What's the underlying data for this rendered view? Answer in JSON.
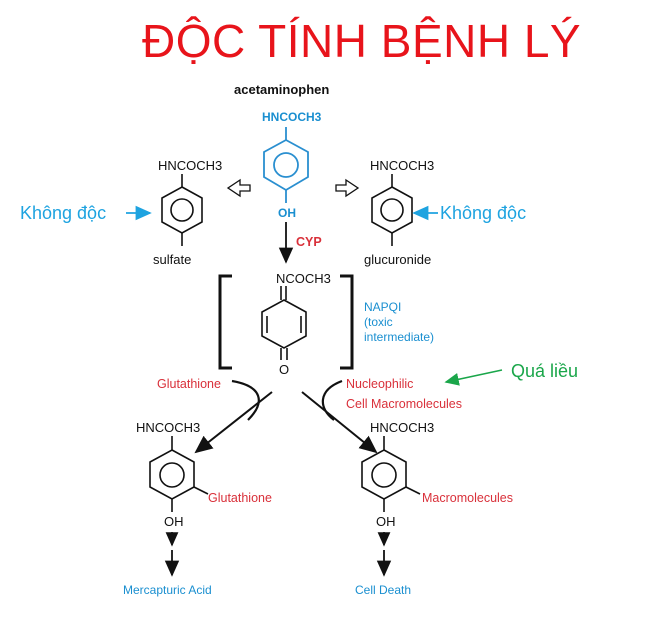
{
  "title": "ĐỘC TÍNH BỆNH LÝ",
  "labels": {
    "acetaminophen": "acetaminophen",
    "top_group": "HNCOCH3",
    "top_oh": "OH",
    "cyp": "CYP",
    "left_group": "HNCOCH3",
    "left_name": "sulfate",
    "right_group": "HNCOCH3",
    "right_name": "glucuronide",
    "napqi_group": "NCOCH3",
    "napqi_o": "O",
    "napqi_1": "NAPQI",
    "napqi_2": "(toxic",
    "napqi_3": "intermediate)",
    "glutathione_top": "Glutathione",
    "nucleophilic": "Nucleophilic",
    "cell_macro": "Cell Macromolecules",
    "bl_group": "HNCOCH3",
    "bl_sub": "Glutathione",
    "bl_oh": "OH",
    "br_group": "HNCOCH3",
    "br_sub": "Macromolecules",
    "br_oh": "OH",
    "mercapturic": "Mercapturic Acid",
    "cell_death": "Cell Death",
    "khong_doc_left": "Không độc",
    "khong_doc_right": "Không độc",
    "qua_lieu": "Quá liều"
  },
  "colors": {
    "title": "#e8141b",
    "blue": "#1a8fd0",
    "red": "#d9303a",
    "green": "#1aa64a",
    "cyan": "#1ea3e0"
  }
}
